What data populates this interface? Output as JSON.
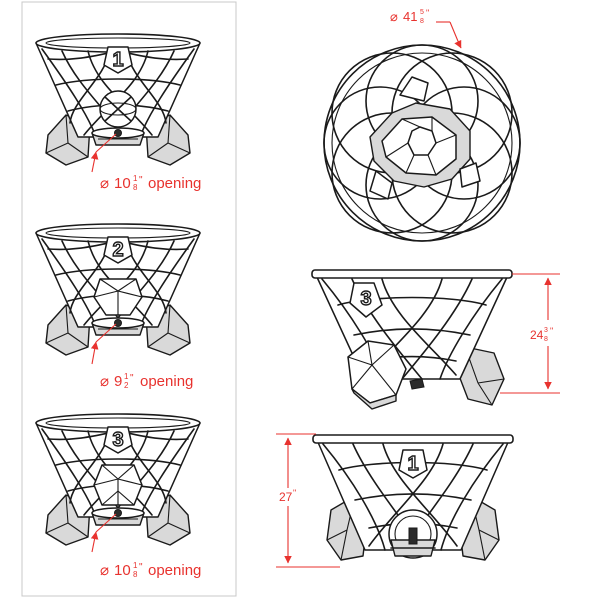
{
  "colors": {
    "ink": "#1a1a1a",
    "dimension": "#e8322e",
    "panel_border": "#c8c8c8",
    "background": "#ffffff"
  },
  "views": [
    {
      "number": "1",
      "opening": {
        "symbol": "⌀",
        "whole": "10",
        "num": "1",
        "den": "8",
        "unit": "\"",
        "word": "opening"
      }
    },
    {
      "number": "2",
      "opening": {
        "symbol": "⌀",
        "whole": "9",
        "num": "1",
        "den": "2",
        "unit": "\"",
        "word": "opening"
      }
    },
    {
      "number": "3",
      "opening": {
        "symbol": "⌀",
        "whole": "10",
        "num": "1",
        "den": "8",
        "unit": "\"",
        "word": "opening"
      }
    }
  ],
  "top_view": {
    "diameter": {
      "symbol": "⌀",
      "whole": "41",
      "num": "5",
      "den": "8",
      "unit": "\""
    }
  },
  "side_view_3": {
    "number": "3",
    "height": {
      "whole": "24",
      "num": "3",
      "den": "8",
      "unit": "\""
    }
  },
  "side_view_1": {
    "number": "1",
    "height": {
      "whole": "27",
      "unit": "\""
    }
  },
  "icons": {
    "diameter": "diameter-symbol",
    "dimension_arrow": "arrowhead"
  }
}
